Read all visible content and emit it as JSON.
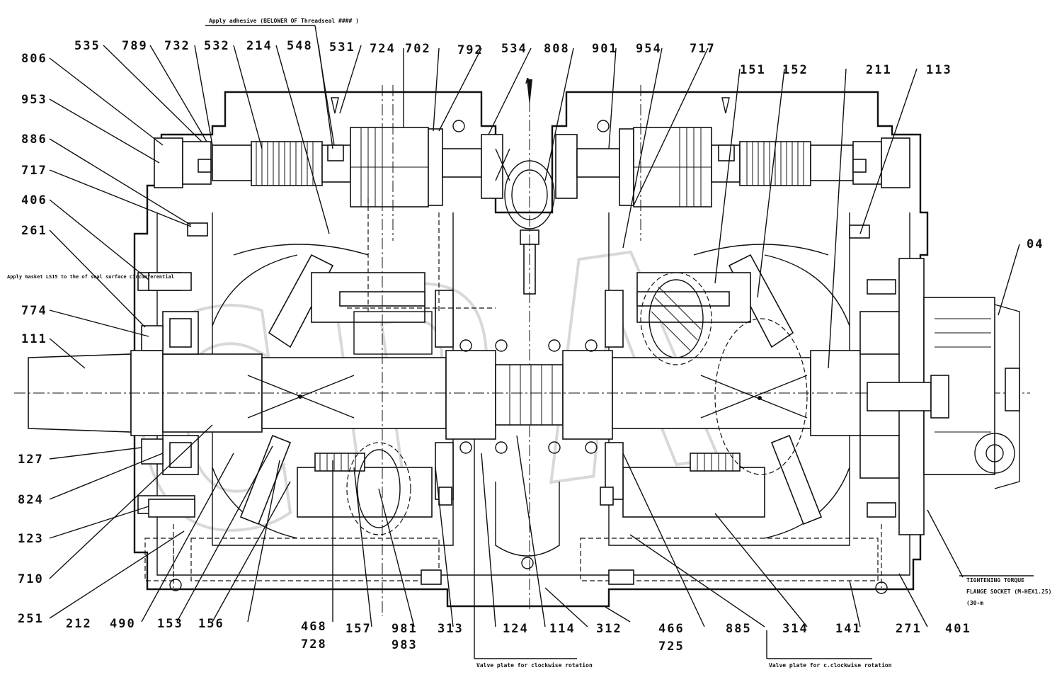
{
  "labels_top": [
    "535",
    "789",
    "732",
    "532",
    "214",
    "548",
    "531",
    "724",
    "702",
    "792",
    "534",
    "808",
    "901",
    "954",
    "717",
    "151",
    "152",
    "211",
    "113"
  ],
  "labels_left": [
    "806",
    "953",
    "886",
    "717",
    "406",
    "261",
    "774",
    "111",
    "127",
    "824",
    "123",
    "710",
    "251"
  ],
  "labels_bottom": [
    "212",
    "490",
    "153",
    "156",
    "468",
    "728",
    "157",
    "981",
    "983",
    "313",
    "124",
    "114",
    "312",
    "466",
    "725",
    "885",
    "314",
    "141",
    "271",
    "401"
  ],
  "labels_right": [
    "04"
  ],
  "section_mark": "A",
  "notes": {
    "top_note": "Apply adhesive (BELOWER OF Threadseal #### )",
    "left_note": "Apply Gasket LS15 to the of seal surface circumferential",
    "right_note_1": "TIGHTENING TORQUE",
    "right_note_2": "FLANGE SOCKET (M-HEX1.25)",
    "right_note_3": "(30-m",
    "bottom_note_1": "Valve plate for clockwise rotation",
    "bottom_note_2": "Valve plate for c.clockwise rotation"
  },
  "watermark": "CPA"
}
